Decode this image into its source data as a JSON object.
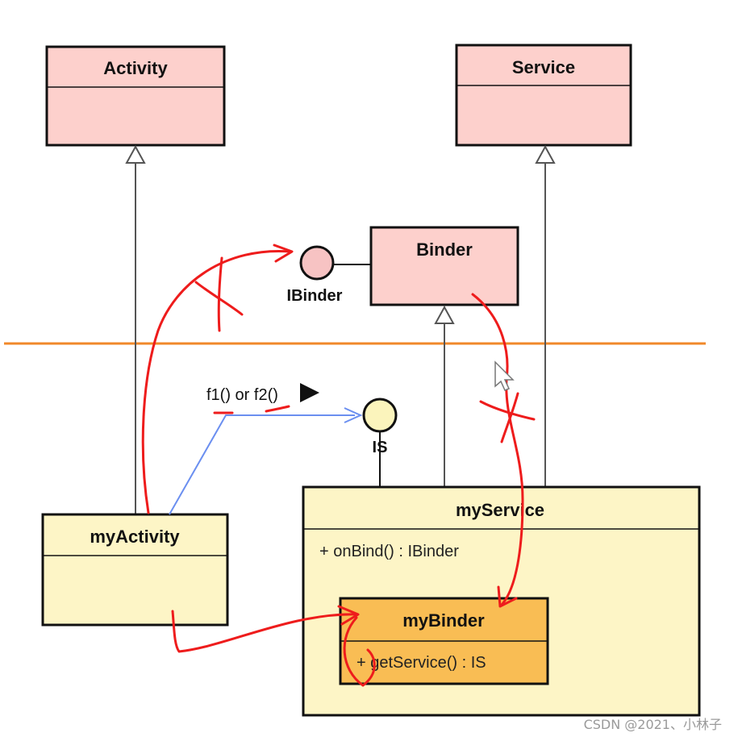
{
  "classes": {
    "activity": {
      "name": "Activity"
    },
    "service": {
      "name": "Service"
    },
    "binder": {
      "name": "Binder"
    },
    "my_activity": {
      "name": "myActivity"
    },
    "my_service": {
      "name": "myService",
      "member": "+ onBind() : IBinder"
    },
    "my_binder": {
      "name": "myBinder",
      "member": "+ getService() : IS"
    }
  },
  "interfaces": {
    "ibinder": {
      "name": "IBinder"
    },
    "is": {
      "name": "IS"
    }
  },
  "call_label": "f1() or f2()",
  "watermark": "CSDN @2021、小林子",
  "colors": {
    "framework_class_fill": "#fdd0cc",
    "app_class_fill": "#fdf5c6",
    "binder_impl_fill": "#f9bd54",
    "interface_ibinder_fill": "#f7c3c3",
    "interface_is_fill": "#fbf4bc",
    "divider_line": "#f0882a",
    "annotation_red": "#ee1c1c",
    "call_arrow_blue": "#6b8ff0",
    "outline": "#111111",
    "generalization_line": "#555555"
  }
}
